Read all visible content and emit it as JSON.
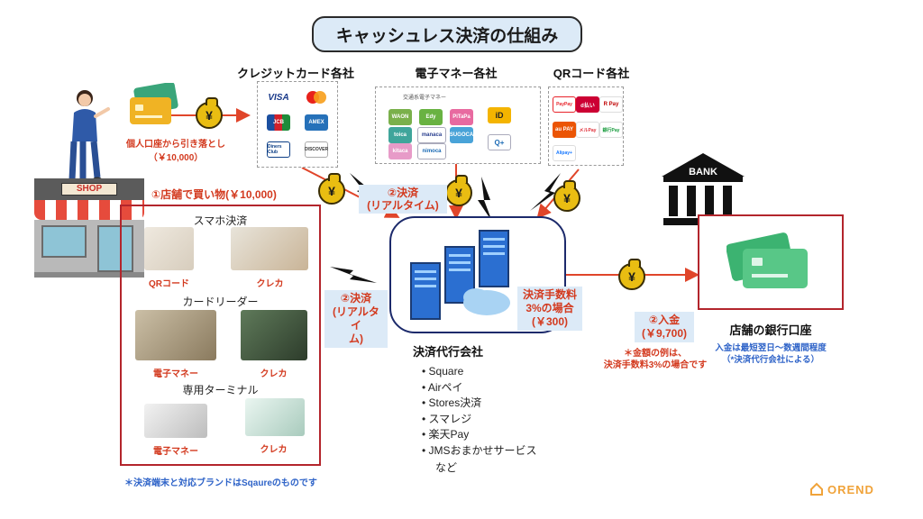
{
  "title": "キャッシュレス決済の仕組み",
  "customer": {
    "debit_label_1": "個人口座から引き落とし",
    "debit_label_2": "（￥10,000）"
  },
  "shop": {
    "sign": "SHOP",
    "purchase_label": "①店舗で買い物(￥10,000)"
  },
  "credit_card_companies": {
    "header": "クレジットカード各社",
    "brands": [
      "VISA",
      "",
      "JCB",
      "AMEX",
      "Diners Club",
      "DISCOVER"
    ]
  },
  "emoney_companies": {
    "header": "電子マネー各社",
    "top_logo": "交通系電子マネー",
    "brands": [
      "WAON",
      "Edy",
      "PiTaPa",
      "iD",
      "toica",
      "manaca",
      "SUGOCA",
      "kitaca",
      "nimoca",
      "Q+"
    ]
  },
  "qr_companies": {
    "header": "QRコード各社",
    "brands": [
      "PayPay",
      "d払い",
      "R Pay",
      "au PAY",
      "メルPay",
      "銀行Pay",
      "Alipay+"
    ]
  },
  "terminal_box": {
    "smartphone_header": "スマホ決済",
    "qr_label": "QRコード",
    "credit_label_1": "クレカ",
    "reader_header": "カードリーダー",
    "emoney_label_1": "電子マネー",
    "credit_label_2": "クレカ",
    "dedicated_header": "専用ターミナル",
    "emoney_label_2": "電子マネー",
    "credit_label_3": "クレカ",
    "footnote": "＊決済端末と対応ブランドはSqaureのものです"
  },
  "settlement_realtime_top": "②決済\n(リアルタイム)",
  "settlement_realtime_left": "②決済\n(リアルタイ\nム)",
  "processor": {
    "fee_label": "決済手数料\n3%の場合\n(￥300)",
    "title": "決済代行会社",
    "items": [
      "Square",
      "Airペイ",
      "Stores決済",
      "スマレジ",
      "楽天Pay",
      "JMSおまかせサービス",
      "など"
    ]
  },
  "deposit": {
    "label": "②入金\n(￥9,700)",
    "note": "＊金額の例は、\n決済手数料3%の場合です"
  },
  "bank": {
    "sign": "BANK",
    "title": "店舗の銀行口座",
    "note_1": "入金は最短翌日〜数週間程度",
    "note_2": "（*決済代行会社による）"
  },
  "coin_symbol": "¥",
  "logo": "OREND",
  "colors": {
    "accent_red": "#d33a1f",
    "pill_blue": "#dceaf7",
    "box_red": "#b3252c",
    "navy": "#1c2a6b",
    "coin": "#e9bd12"
  }
}
